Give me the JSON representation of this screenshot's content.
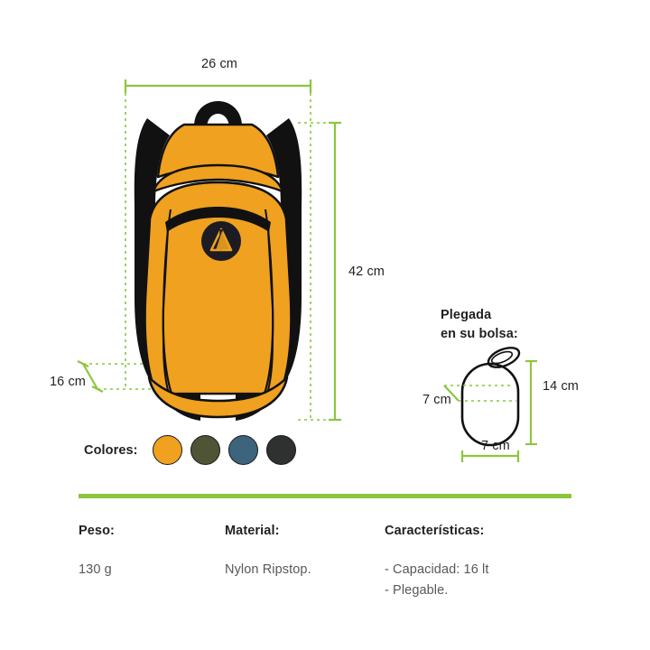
{
  "product": {
    "colors": {
      "orange": "#EFA11F",
      "black": "#111111",
      "green": "#8CC63E",
      "text": "#231f20",
      "value_text": "#58585a"
    }
  },
  "main_view": {
    "name": "backpack-front-view",
    "dimensions": {
      "width": {
        "label": "26 cm",
        "name": "width-dimension"
      },
      "height": {
        "label": "42 cm",
        "name": "height-dimension"
      },
      "depth": {
        "label": "16 cm",
        "name": "depth-dimension"
      }
    },
    "logo": {
      "name": "brand-logo",
      "shape": "triangle-in-circle"
    }
  },
  "folded_view": {
    "title_line1": "Plegada",
    "title_line2": "en su bolsa:",
    "dimensions": {
      "height": {
        "label": "14 cm",
        "name": "pouch-height-dimension"
      },
      "width": {
        "label": "7 cm",
        "name": "pouch-width-dimension"
      },
      "depth": {
        "label": "7 cm",
        "name": "pouch-depth-dimension"
      }
    }
  },
  "colores": {
    "label": "Colores:",
    "swatches": [
      {
        "name": "color-swatch-orange",
        "hex": "#EFA11F"
      },
      {
        "name": "color-swatch-olive",
        "hex": "#4E5435"
      },
      {
        "name": "color-swatch-blue",
        "hex": "#3D647C"
      },
      {
        "name": "color-swatch-charcoal",
        "hex": "#2E3130"
      }
    ]
  },
  "spec_table": {
    "columns": [
      {
        "header": "Peso:",
        "values": [
          "130 g"
        ]
      },
      {
        "header": "Material:",
        "values": [
          "Nylon Ripstop."
        ]
      },
      {
        "header": "Características:",
        "values": [
          "- Capacidad: 16 lt",
          "- Plegable."
        ]
      }
    ]
  }
}
